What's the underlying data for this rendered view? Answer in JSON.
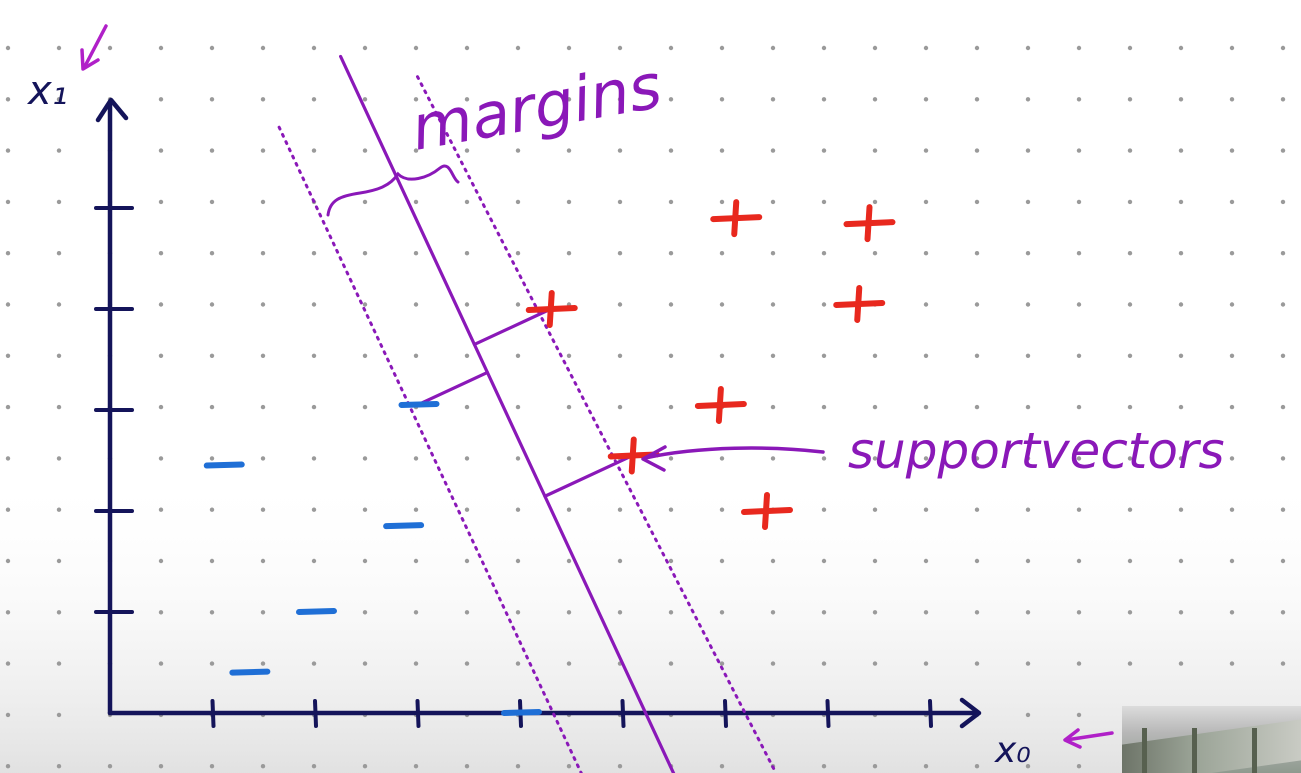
{
  "labels": {
    "x1_axis": "x₁",
    "x0_axis": "x₀",
    "margins": "margins",
    "support_vectors": "supportvectors"
  },
  "colors": {
    "axis": "#14145a",
    "hyperplane": "#8a18b8",
    "annotation": "#8a18b8",
    "positive": "#e8281e",
    "negative": "#1f6fd6",
    "grid_dot": "#9a9a9a"
  },
  "icons": {
    "arrow_to_x1": "down-left-arrow-icon",
    "arrow_to_x0": "left-arrow-icon"
  },
  "chart_data": {
    "type": "scatter",
    "title": "",
    "xlabel": "x₀",
    "ylabel": "x₁",
    "xlim": [
      0,
      8.5
    ],
    "ylim": [
      0,
      6
    ],
    "x_ticks": [
      1,
      2,
      3,
      4,
      5,
      6,
      7,
      8
    ],
    "y_ticks": [
      1,
      2,
      3,
      4,
      5
    ],
    "series": [
      {
        "marker": "plus",
        "points": [
          [
            4.3,
            4.0
          ],
          [
            6.1,
            4.9
          ],
          [
            7.4,
            4.85
          ],
          [
            7.3,
            4.05
          ],
          [
            5.95,
            3.05
          ],
          [
            5.1,
            2.55
          ],
          [
            6.4,
            2.0
          ]
        ]
      },
      {
        "marker": "minus",
        "points": [
          [
            3.0,
            3.05
          ],
          [
            1.1,
            2.45
          ],
          [
            2.85,
            1.85
          ],
          [
            2.0,
            1.0
          ],
          [
            1.35,
            0.4
          ],
          [
            4.0,
            0.0
          ]
        ]
      }
    ],
    "decision_boundary": [
      [
        2.25,
        6.5
      ],
      [
        5.5,
        -0.6
      ]
    ],
    "margin_lines": [
      [
        [
          1.65,
          5.8
        ],
        [
          4.6,
          -0.6
        ]
      ],
      [
        [
          3.0,
          6.3
        ],
        [
          6.5,
          -0.6
        ]
      ]
    ],
    "support_vectors": [
      [
        4.3,
        4.0
      ],
      [
        5.1,
        2.55
      ],
      [
        3.0,
        3.05
      ]
    ]
  }
}
